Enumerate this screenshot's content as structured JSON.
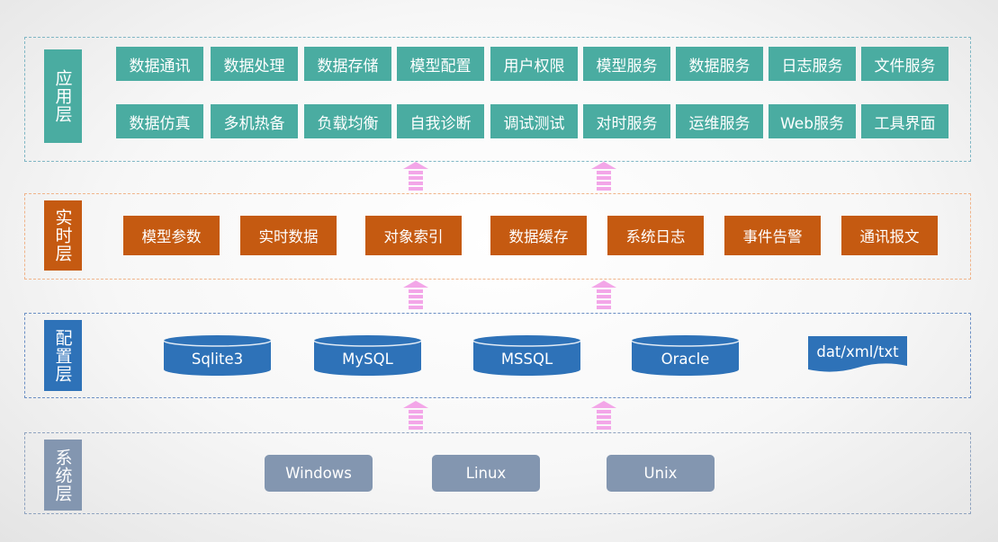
{
  "layers": {
    "app": {
      "label": "应用层",
      "row1": [
        "数据通讯",
        "数据处理",
        "数据存储",
        "模型配置",
        "用户权限",
        "模型服务",
        "数据服务",
        "日志服务",
        "文件服务"
      ],
      "row2": [
        "数据仿真",
        "多机热备",
        "负载均衡",
        "自我诊断",
        "调试测试",
        "对时服务",
        "运维服务",
        "Web服务",
        "工具界面"
      ]
    },
    "realtime": {
      "label": "实时层",
      "items": [
        "模型参数",
        "实时数据",
        "对象索引",
        "数据缓存",
        "系统日志",
        "事件告警",
        "通讯报文"
      ]
    },
    "config": {
      "label": "配置层",
      "databases": [
        "Sqlite3",
        "MySQL",
        "MSSQL",
        "Oracle"
      ],
      "file": "dat/xml/txt"
    },
    "system": {
      "label": "系统层",
      "items": [
        "Windows",
        "Linux",
        "Unix"
      ]
    }
  },
  "colors": {
    "app": "#4aaca1",
    "realtime": "#c55a11",
    "config": "#2e72b8",
    "system": "#8396b0",
    "arrow": "#f3a6e8"
  },
  "icons": {
    "arrow": "up-arrow-icon",
    "database": "database-cylinder-icon",
    "file": "document-icon"
  }
}
